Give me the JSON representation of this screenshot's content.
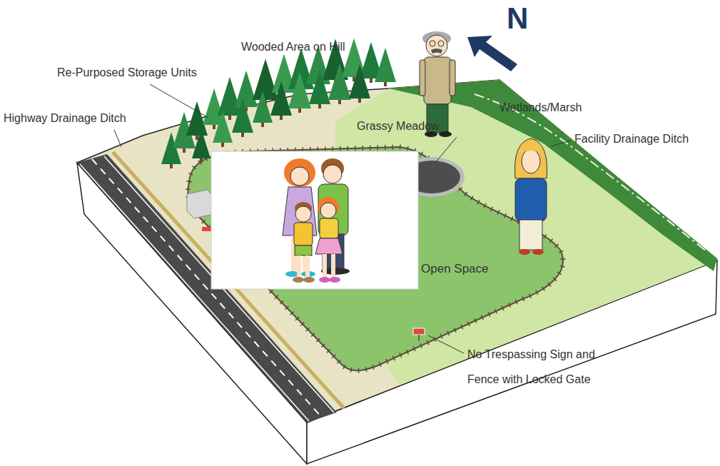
{
  "diagram": {
    "labels": [
      "Wooded Area on Hill",
      "Re-Purposed Storage Units",
      "Highway Drainage Ditch",
      "Grassy Meadow",
      "Wetlands/Marsh",
      "Facility Drainage Ditch",
      "Open Space",
      "No Trespassing Sign and Fence with Locked Gate",
      "N"
    ]
  }
}
